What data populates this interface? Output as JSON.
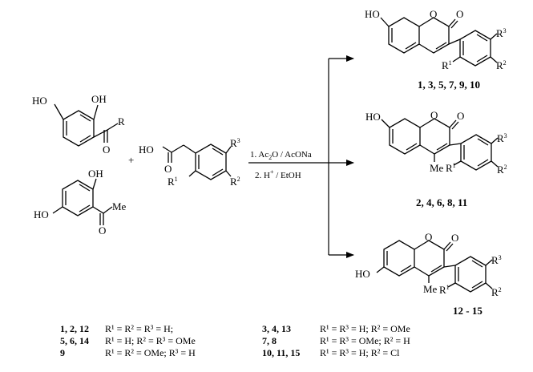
{
  "reactants": {
    "resorcinol_ketone": {
      "oh_left": "HO",
      "oh_right": "OH",
      "o": "O",
      "r": "R"
    },
    "hydroquinone_ketone": {
      "oh_top": "OH",
      "oh_left": "HO",
      "o": "O",
      "me": "Me"
    },
    "plus": "+",
    "phenylacetic_acid": {
      "ho": "HO",
      "o": "O",
      "r1": "R",
      "r1_sup": "1",
      "r2": "R",
      "r2_sup": "2",
      "r3": "R",
      "r3_sup": "3"
    }
  },
  "conditions": {
    "step1": {
      "prefix": "1. Ac",
      "sub2": "2",
      "mid": "O / AcONa"
    },
    "step2": {
      "prefix": "2. H",
      "sup": "+",
      "suffix": " / EtOH"
    }
  },
  "products": [
    {
      "ho": "HO",
      "o_ring": "O",
      "o_carbonyl": "O",
      "me": "",
      "r1": "R",
      "r1_sup": "1",
      "r2": "R",
      "r2_sup": "2",
      "r3": "R",
      "r3_sup": "3",
      "label": "1, 3, 5, 7, 9, 10"
    },
    {
      "ho": "HO",
      "o_ring": "O",
      "o_carbonyl": "O",
      "me": "Me",
      "r1": "R",
      "r1_sup": "1",
      "r2": "R",
      "r2_sup": "2",
      "r3": "R",
      "r3_sup": "3",
      "label": "2, 4, 6, 8, 11"
    },
    {
      "ho": "HO",
      "o_ring": "O",
      "o_carbonyl": "O",
      "me": "Me",
      "r1": "R",
      "r1_sup": "1",
      "r2": "R",
      "r2_sup": "2",
      "r3": "R",
      "r3_sup": "3",
      "label": "12 - 15"
    }
  ],
  "legend": [
    {
      "compounds": "1, 2, 12",
      "definition": "R¹ = R² = R³ = H;"
    },
    {
      "compounds": "5, 6, 14",
      "definition": "R¹ =  H;  R² = R³ = OMe"
    },
    {
      "compounds": "9",
      "definition": "R¹ = R² = OMe;  R³ = H"
    },
    {
      "compounds": "3, 4, 13",
      "definition": "R¹ = R³ = H;  R² = OMe"
    },
    {
      "compounds": "7, 8",
      "definition": "R¹ = R³ = OMe;  R² = H"
    },
    {
      "compounds": "10, 11, 15",
      "definition": "R¹ = R³ = H;  R² = Cl"
    }
  ]
}
